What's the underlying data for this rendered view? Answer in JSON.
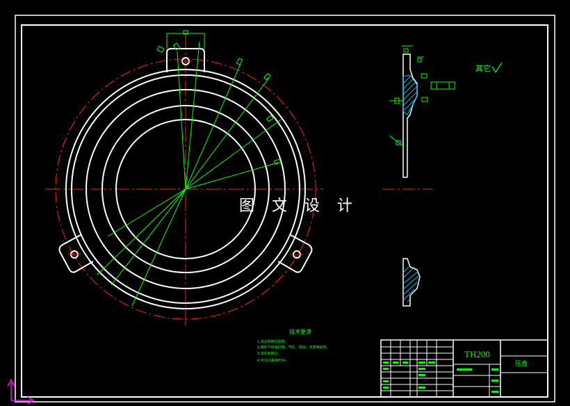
{
  "drawing": {
    "watermark": "图 文 设 计",
    "roughness_label": "其它",
    "tech_requirements": {
      "title": "技术要求",
      "lines": [
        "1.未注明铸造圆角。",
        "2.铸件不得有砂眼、气孔、裂纹、夹渣等缺陷。",
        "3.去毛刺锐边。",
        "4.未注公差按IT14。"
      ]
    },
    "title_block": {
      "model": "TH200",
      "part_name": "压盘"
    }
  },
  "colors": {
    "background": "#000000",
    "outline": "#ffffff",
    "centerline": "#ff2020",
    "dimension": "#00ff00",
    "hatch": "#00c0ff",
    "ucs": "#ff00ff"
  }
}
